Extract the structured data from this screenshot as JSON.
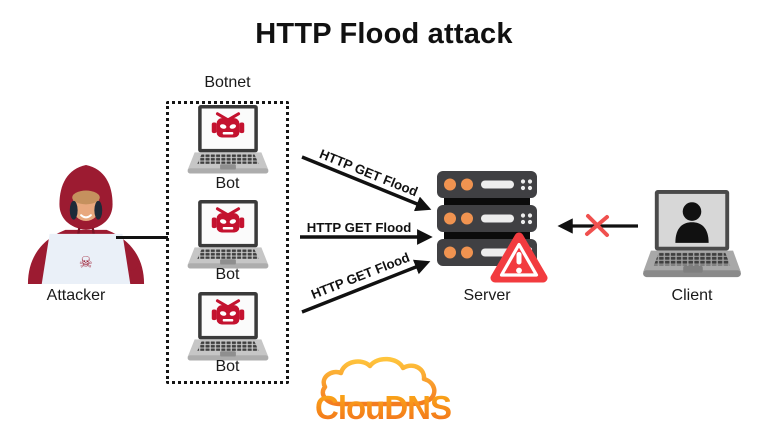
{
  "diagram": {
    "title": "HTTP Flood attack"
  },
  "attacker": {
    "label": "Attacker",
    "skull_glyph": "☠"
  },
  "botnet": {
    "label": "Botnet",
    "bots": [
      {
        "label": "Bot"
      },
      {
        "label": "Bot"
      },
      {
        "label": "Bot"
      }
    ]
  },
  "arrows": {
    "top_label": "HTTP GET Flood",
    "middle_label": "HTTP GET Flood",
    "bottom_label": "HTTP GET Flood"
  },
  "server": {
    "label": "Server"
  },
  "client": {
    "label": "Client"
  },
  "logo": {
    "text": "ClouDNS"
  },
  "colors": {
    "bot_red": "#C4122F",
    "hoodie_red": "#9C1B31",
    "server_orange": "#F09350",
    "warning_red": "#F23B3F",
    "blocked_x_red": "#F0504E",
    "logo_orange": "#F58220",
    "line_black": "#111111"
  }
}
